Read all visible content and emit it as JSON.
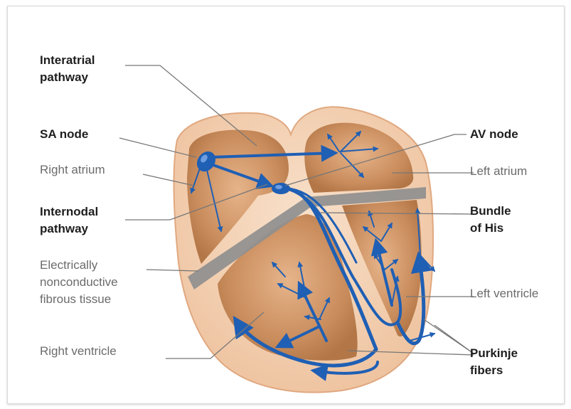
{
  "diagram": {
    "labels": {
      "interatrial_pathway": [
        "Interatrial",
        "pathway"
      ],
      "sa_node": "SA node",
      "right_atrium": "Right atrium",
      "internodal_pathway": [
        "Internodal",
        "pathway"
      ],
      "fibrous_tissue": [
        "Electrically",
        "nonconductive",
        "fibrous tissue"
      ],
      "right_ventricle": "Right ventricle",
      "av_node": "AV node",
      "left_atrium": "Left atrium",
      "bundle_of_his": [
        "Bundle",
        "of His"
      ],
      "left_ventricle": "Left ventricle",
      "purkinje_fibers": [
        "Purkinje",
        "fibers"
      ]
    },
    "colors": {
      "conduction": "#1f5fb4",
      "fibrous_band": "#8f8f8f",
      "heart_wall": "#f3d2b4",
      "chamber": "#c98c5c",
      "label_bold": "#1e1e1e",
      "label_regular": "#6b6b6b"
    }
  }
}
